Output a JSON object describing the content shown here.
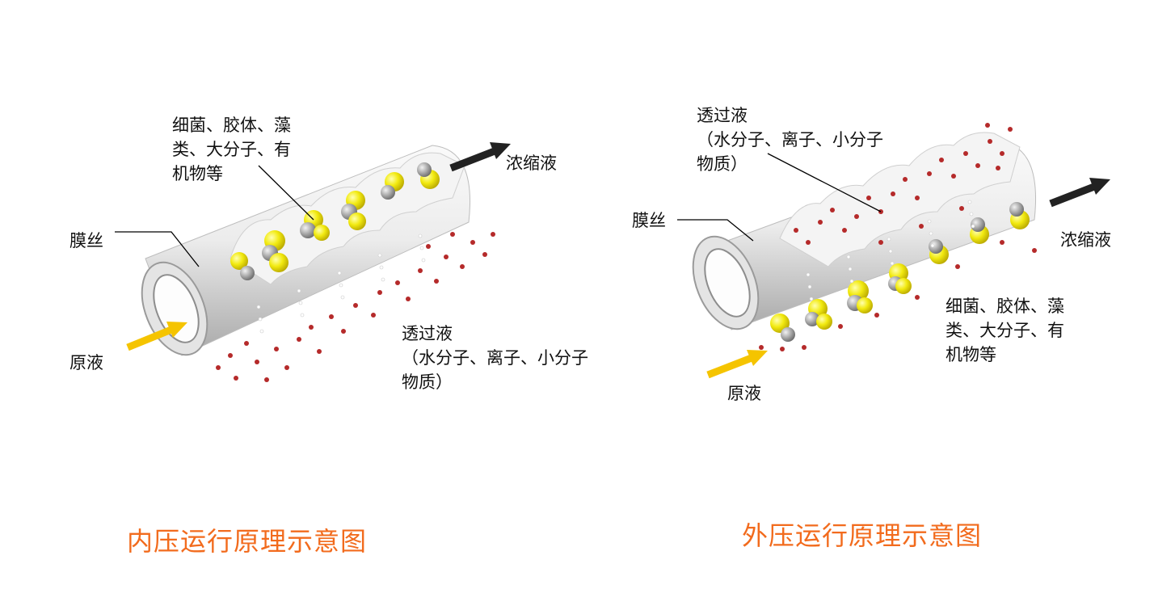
{
  "inner": {
    "caption": "内压运行原理示意图",
    "fiber": "膜丝",
    "feed": "原液",
    "concentrate": "浓缩液",
    "retained": [
      "细菌、胶体、藻",
      "类、大分子、有",
      "机物等"
    ],
    "permeate": [
      "透过液",
      "（水分子、离子、小分子",
      "物质）"
    ]
  },
  "outer": {
    "caption": "外压运行原理示意图",
    "fiber": "膜丝",
    "feed": "原液",
    "concentrate": "浓缩液",
    "retained": [
      "细菌、胶体、藻",
      "类、大分子、有",
      "机物等"
    ],
    "permeate": [
      "透过液",
      "（水分子、离子、小分子",
      "物质）"
    ]
  },
  "colors": {
    "caption": "#f26b1d",
    "feed_arrow": "#f5c400",
    "concentrate_arrow": "#222222",
    "particle": "#f2ea10",
    "water_molecule": "#b52a2a"
  }
}
